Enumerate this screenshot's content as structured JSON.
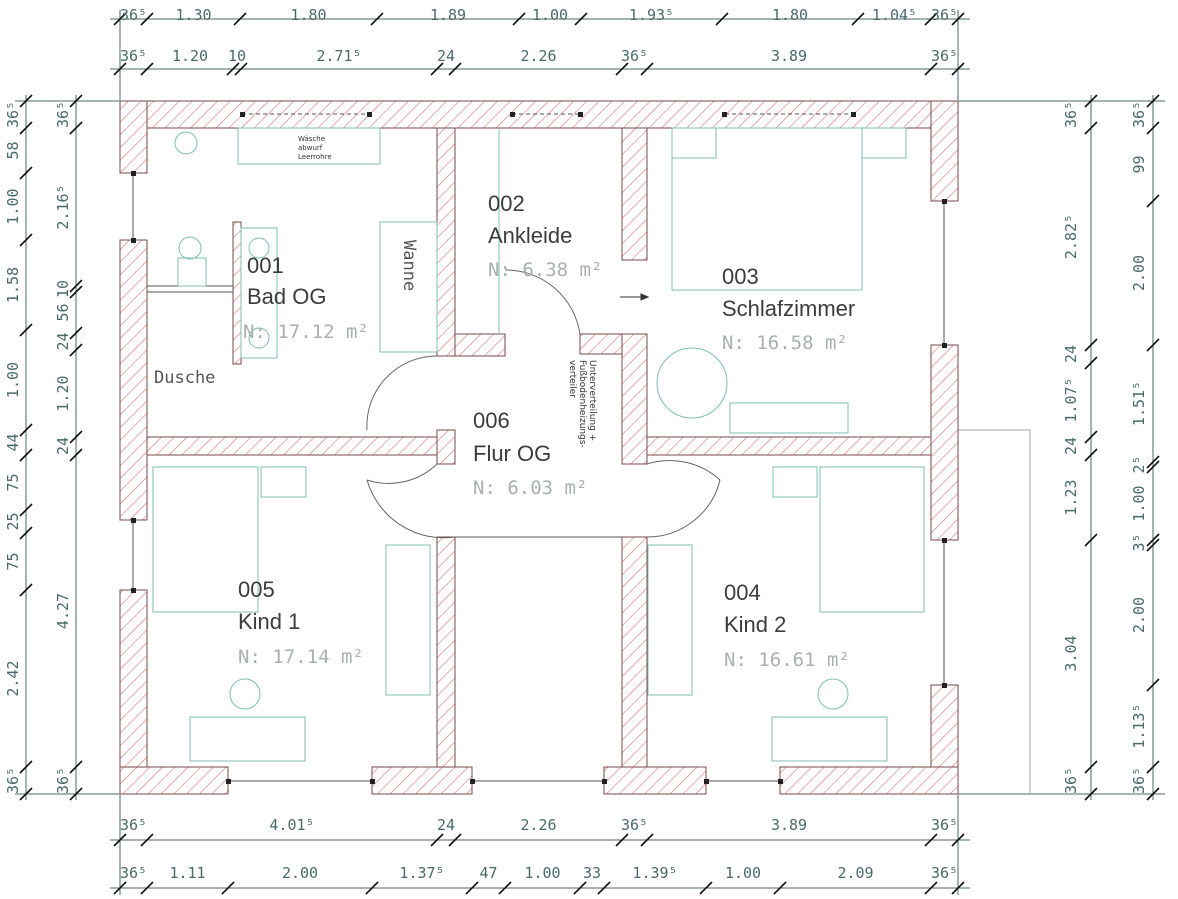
{
  "dims_top_row1": [
    "36⁵",
    "1.30",
    "1.80",
    "1.89",
    "1.00",
    "1.93⁵",
    "1.80",
    "1.04⁵",
    "36⁵"
  ],
  "dims_top_row2": [
    "36⁵",
    "1.20",
    "10",
    "2.71⁵",
    "24",
    "2.26",
    "36⁵",
    "3.89",
    "36⁵"
  ],
  "dims_bottom_row1": [
    "36⁵",
    "4.01⁵",
    "24",
    "2.26",
    "36⁵",
    "3.89",
    "36⁵"
  ],
  "dims_bottom_row2": [
    "36⁵",
    "1.11",
    "2.00",
    "1.37⁵",
    "47",
    "1.00",
    "33",
    "1.39⁵",
    "1.00",
    "2.09",
    "36⁵"
  ],
  "dims_left_col1": [
    "36⁵",
    "58",
    "1.00",
    "1.58",
    "1.00",
    "44",
    "75",
    "25",
    "75",
    "2.42",
    "36⁵"
  ],
  "dims_left_col2": [
    "36⁵",
    "2.16⁵",
    "10",
    "56",
    "24",
    "1.20",
    "24",
    "4.27",
    "36⁵"
  ],
  "dims_right_col1": [
    "36⁵",
    "2.82⁵",
    "24",
    "1.07⁵",
    "24",
    "1.23",
    "3.04",
    "36⁵"
  ],
  "dims_right_col2": [
    "36⁵",
    "99",
    "2.00",
    "1.51⁵",
    "2⁵",
    "1.00",
    "3⁵",
    "2.00",
    "1.13⁵",
    "36⁵"
  ],
  "rooms": [
    {
      "number": "001",
      "name": "Bad OG",
      "area": "N: 17.12 m²"
    },
    {
      "number": "002",
      "name": "Ankleide",
      "area": "N: 6.38 m²"
    },
    {
      "number": "003",
      "name": "Schlafzimmer",
      "area": "N: 16.58 m²"
    },
    {
      "number": "004",
      "name": "Kind 2",
      "area": "N: 16.61 m²"
    },
    {
      "number": "005",
      "name": "Kind 1",
      "area": "N: 17.14 m²"
    },
    {
      "number": "006",
      "name": "Flur OG",
      "area": "N: 6.03 m²"
    }
  ],
  "labels": {
    "dusche": "Dusche",
    "wanne": "Wanne",
    "waesche": [
      "Wäsche",
      "abwurf",
      "Leerrohre"
    ],
    "unterverteilung": [
      "Unterverteilung +",
      "Fußbodenheizungs-",
      "verteiler"
    ]
  },
  "colors": {
    "wall_hatch": "#d46a6a",
    "dim_line": "#4a6a6a",
    "fixture": "#7fbfb0"
  }
}
